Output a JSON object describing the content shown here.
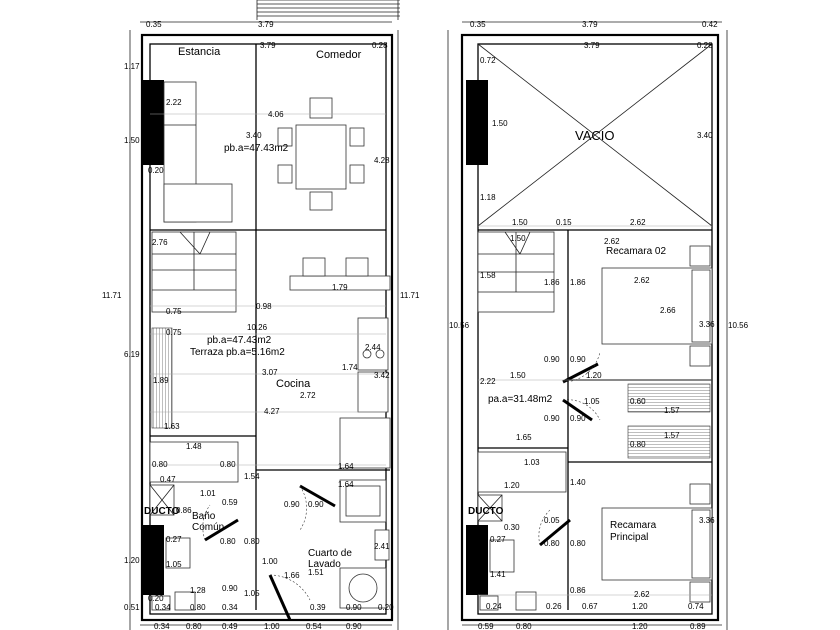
{
  "rooms": {
    "estancia": "Estancia",
    "comedor": "Comedor",
    "cocina": "Cocina",
    "bano_1": "Baño",
    "bano_2": "Común",
    "lavado_1": "Cuarto de",
    "lavado_2": "Lavado",
    "ducto_left": "DUCTO",
    "ducto_right": "DUCTO",
    "vacio": "VACIO",
    "recamara02": "Recamara 02",
    "principal_1": "Recamara",
    "principal_2": "Principal"
  },
  "areas": {
    "pb_top": "pb.a=47.43m2",
    "pb_mid": "pb.a=47.43m2",
    "terraza": "Terraza pb.a=5.16m2",
    "pa": "pa.a=31.48m2"
  },
  "dims_left": {
    "top_035": "0.35",
    "top_379": "3.79",
    "top_379b": "3.79",
    "top_028": "0.28",
    "d117": "1.17",
    "d150": "1.50",
    "d1171_l": "11.71",
    "d619": "6.19",
    "d120": "1.20",
    "d051": "0.51",
    "d1171_r": "11.71",
    "d222": "2.22",
    "d020a": "0.20",
    "d340": "3.40",
    "d406": "4.06",
    "d428": "4.28",
    "d276": "2.76",
    "d075a": "0.75",
    "d098": "0.98",
    "d179": "1.79",
    "d075b": "0.75",
    "d1026": "10.26",
    "d244": "2.44",
    "d189": "1.89",
    "d307": "3.07",
    "d174": "1.74",
    "d342": "3.42",
    "d272": "2.72",
    "d163": "1.63",
    "d427": "4.27",
    "d148": "1.48",
    "d080a": "0.80",
    "d080b": "0.80",
    "d047": "0.47",
    "d101": "1.01",
    "d154": "1.54",
    "d164a": "1.64",
    "d164b": "1.64",
    "d059": "0.59",
    "d086": "0.86",
    "d090a": "0.90",
    "d090b": "0.90",
    "d027": "0.27",
    "d080c": "0.80",
    "d080d": "0.80",
    "d105a": "1.05",
    "d100": "1.00",
    "d166": "1.66",
    "d241": "2.41",
    "d151": "1.51",
    "d128": "1.28",
    "d090c": "0.90",
    "d105b": "1.05",
    "d020b": "0.20",
    "d034a": "0.34",
    "d080e": "0.80",
    "d034b": "0.34",
    "d039": "0.39",
    "d090d": "0.90",
    "d020c": "0.20",
    "b034": "0.34",
    "b080": "0.80",
    "b049": "0.49",
    "b100": "1.00",
    "b054": "0.54",
    "b090": "0.90"
  },
  "dims_right": {
    "top_035": "0.35",
    "top_379": "3.79",
    "top_042": "0.42",
    "top_379b": "3.79",
    "top_028": "0.28",
    "d072": "0.72",
    "d150a": "1.50",
    "d340": "3.40",
    "d118": "1.18",
    "d150b": "1.50",
    "d015": "0.15",
    "d262a": "2.62",
    "d150c": "1.50",
    "d262b": "2.62",
    "d158": "1.58",
    "d186a": "1.86",
    "d186b": "1.86",
    "d262c": "2.62",
    "d266": "2.66",
    "d336a": "3.36",
    "d1056_l": "10.56",
    "d1056_r": "10.56",
    "d090a": "0.90",
    "d090b": "0.90",
    "d222": "2.22",
    "d150d": "1.50",
    "d120a": "1.20",
    "d105a": "1.05",
    "d060": "0.60",
    "d157a": "1.57",
    "d157b": "1.57",
    "d090c": "0.90",
    "d090d": "0.90",
    "d080": "0.80",
    "d165": "1.65",
    "d103": "1.03",
    "d120b": "1.20",
    "d140": "1.40",
    "d030": "0.30",
    "d005": "0.05",
    "d027": "0.27",
    "d080b": "0.80",
    "d080c": "0.80",
    "d336b": "3.36",
    "d141": "1.41",
    "d086": "0.86",
    "d262d": "2.62",
    "d024": "0.24",
    "d026": "0.26",
    "d067": "0.67",
    "d120c": "1.20",
    "d074": "0.74",
    "b059": "0.59",
    "b080": "0.80",
    "b120": "1.20",
    "b089": "0.89"
  }
}
